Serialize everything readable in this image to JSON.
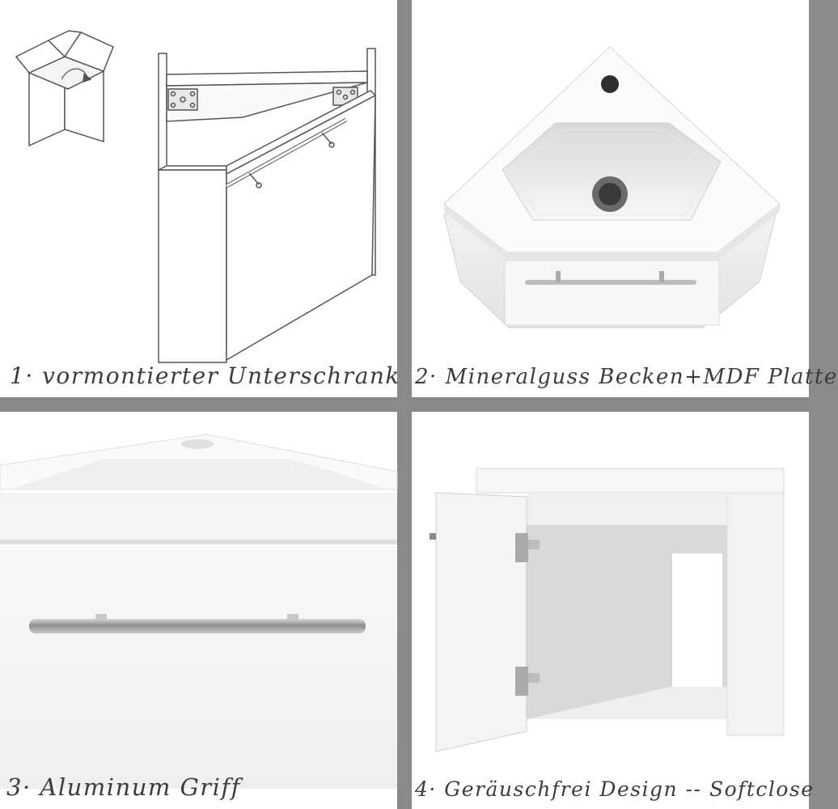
{
  "panels": [
    {
      "caption": "1· vormontierter Unterschrank",
      "icon": "box-icon"
    },
    {
      "caption": "2· Mineralguss Becken+MDF Platte"
    },
    {
      "caption": "3· Aluminum Griff"
    },
    {
      "caption": "4· Geräuschfrei Design -- Softclose"
    }
  ],
  "colors": {
    "divider": "#8a8a8a",
    "caption": "#3c3c3c",
    "line": "#555555"
  }
}
